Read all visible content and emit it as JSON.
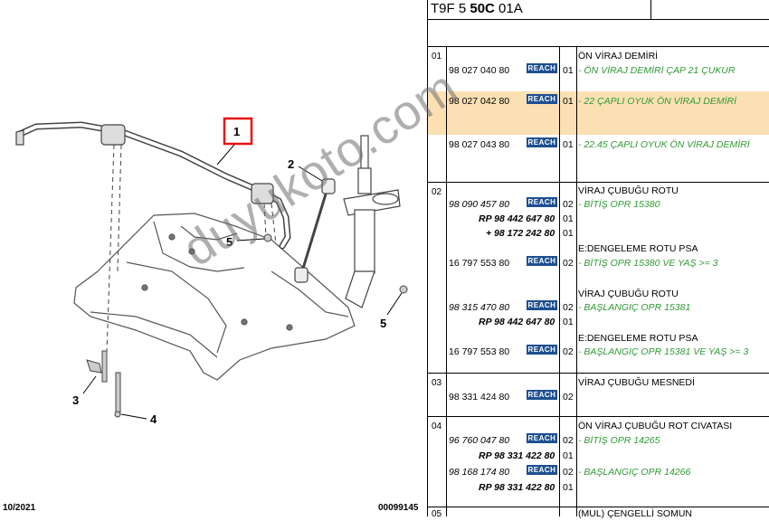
{
  "diagram": {
    "callouts": [
      "1",
      "2",
      "3",
      "4",
      "5",
      "5"
    ],
    "date": "10/2021",
    "code": "00099145"
  },
  "header": {
    "prefix": "T9F 5 ",
    "bold": "50C",
    "suffix": " 01A"
  },
  "watermark": "duyukoto.com",
  "reach_label": "REACH",
  "groups": [
    {
      "no": "01"
    },
    {
      "no": "02"
    },
    {
      "no": "03"
    },
    {
      "no": "04"
    },
    {
      "no": "05"
    }
  ],
  "rows": [
    {
      "ref": "98 027 040 80",
      "qty": "01",
      "desc": "ÖN VİRAJ DEMİRİ",
      "sub": "- ÖN VİRAJ DEMİRİ ÇAP 21 ÇUKUR"
    },
    {
      "ref": "98 027 042 80",
      "qty": "01",
      "sub": "- 22 ÇAPLI OYUK ÖN VİRAJ DEMİRİ"
    },
    {
      "ref": "98 027 043 80",
      "qty": "01",
      "sub": "- 22.45 ÇAPLI OYUK ÖN VİRAJ DEMİRİ"
    },
    {
      "ref": "98 090 457 80",
      "qty": "02",
      "desc": "VİRAJ ÇUBUĞU ROTU",
      "sub": "- BİTİŞ OPR 15380"
    },
    {
      "ref": "RP 98 442 647 80",
      "qty": "01"
    },
    {
      "ref": "+ 98 172 242 80",
      "qty": "01"
    },
    {
      "ref": "16 797 553 80",
      "qty": "02",
      "desc": "E:DENGELEME ROTU PSA",
      "sub": "- BİTİŞ OPR 15380 VE YAŞ >= 3"
    },
    {
      "ref": "98 315 470 80",
      "qty": "02",
      "desc": "VİRAJ ÇUBUĞU ROTU",
      "sub": "- BAŞLANGIÇ OPR 15381"
    },
    {
      "ref": "RP 98 442 647 80",
      "qty": "01"
    },
    {
      "ref": "16 797 553 80",
      "qty": "02",
      "desc": "E:DENGELEME ROTU PSA",
      "sub": "- BAŞLANGIÇ OPR 15381 VE YAŞ >= 3"
    },
    {
      "ref": "98 331 424 80",
      "qty": "02",
      "desc": "VİRAJ ÇUBUĞU MESNEDİ"
    },
    {
      "ref": "96 760 047 80",
      "qty": "02",
      "desc": "ÖN VİRAJ ÇUBUĞU ROT CIVATASI",
      "sub": "- BİTİŞ OPR 14265"
    },
    {
      "ref": "RP 98 331 422 80",
      "qty": "01"
    },
    {
      "ref": "98 168 174 80",
      "qty": "02",
      "sub": "- BAŞLANGIÇ OPR 14266"
    },
    {
      "ref": "RP 98 331 422 80",
      "qty": "01"
    },
    {
      "desc": "(MUL) ÇENGELLİ SOMUN"
    }
  ]
}
